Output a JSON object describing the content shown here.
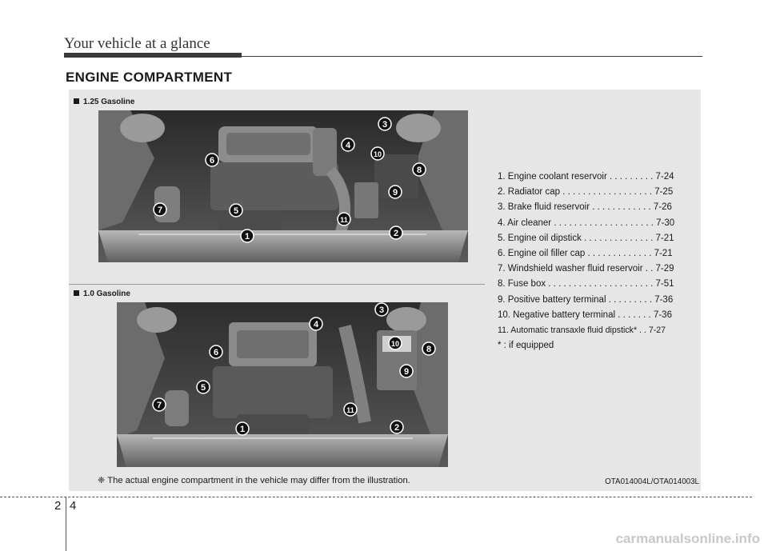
{
  "header": {
    "title": "Your vehicle at a glance"
  },
  "section": {
    "title": "ENGINE COMPARTMENT"
  },
  "variants": [
    {
      "label": "1.25 Gasoline"
    },
    {
      "label": "1.0 Gasoline"
    }
  ],
  "callouts": [
    "1",
    "2",
    "3",
    "4",
    "5",
    "6",
    "7",
    "8",
    "9",
    "10",
    "11"
  ],
  "legend": [
    "1. Engine coolant reservoir . . . . . . . . . 7-24",
    "2. Radiator cap . . . . . . . . . . . . . . . . . . 7-25",
    "3. Brake fluid reservoir  . . . . . . . . . . . . 7-26",
    "4. Air cleaner . . . . . . . . . . . . . . . . . . . . 7-30",
    "5. Engine oil dipstick . . . . . . . . . . . . . . 7-21",
    "6. Engine oil filler cap . . . . . . . . . . . . . 7-21",
    "7. Windshield washer fluid reservoir . . 7-29",
    "8. Fuse box . . . . . . . . . . . . . . . . . . . . . 7-51",
    "9. Positive battery terminal . . . . . . . . . 7-36",
    "10. Negative battery terminal  . . . . . . . 7-36",
    "11. Automatic transaxle fluid dipstick* . . 7-27",
    "* : if equipped"
  ],
  "note": "❈ The actual engine compartment in the vehicle may differ from the illustration.",
  "image_code": "OTA014004L/OTA014003L",
  "page": {
    "chapter": "2",
    "number": "4"
  },
  "watermark": "carmanualsonline.info"
}
